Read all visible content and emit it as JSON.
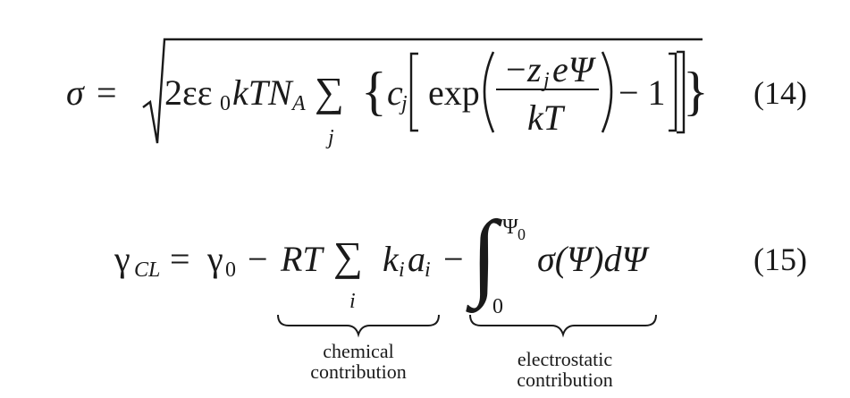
{
  "equation14": {
    "lhs_sigma": "σ",
    "equals": "=",
    "coeff": "2εε",
    "eps_sub": "0",
    "kTN": "kTN",
    "N_sub": "A",
    "sum": "∑",
    "sum_index": "j",
    "lbrace": "{",
    "c": "c",
    "c_sub": "j",
    "exp": "exp",
    "neg": "−",
    "z": "z",
    "z_sub": "j",
    "ePsi": "eΨ",
    "denominator": "kT",
    "minus_one": "− 1",
    "rbrace": "}",
    "number": "(14)"
  },
  "equation15": {
    "gamma": "γ",
    "gamma_sub": "CL",
    "equals": "=",
    "gamma0": "γ",
    "gamma0_sub": "0",
    "minus1": "−",
    "RT": "RT",
    "sum": "∑",
    "sum_index": "i",
    "k": "k",
    "k_sub": "i",
    "a": "a",
    "a_sub": "i",
    "minus2": "−",
    "integral": "∫",
    "upper_limit": "Ψ",
    "upper_limit_sub": "0",
    "lower_limit": "0",
    "integrand": "σ(Ψ)dΨ",
    "number": "(15)",
    "brace_left_label_1": "chemical",
    "brace_left_label_2": "contribution",
    "brace_right_label_1": "electrostatic",
    "brace_right_label_2": "contribution"
  }
}
